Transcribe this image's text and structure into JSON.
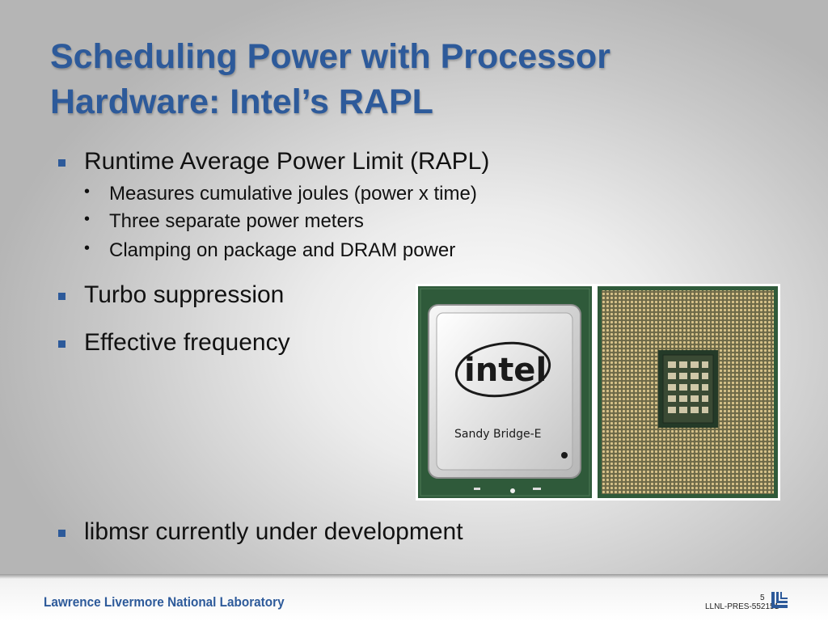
{
  "slide": {
    "title_line1": "Scheduling Power with Processor",
    "title_line2": "Hardware:  Intel’s RAPL",
    "bullets": [
      {
        "text": "Runtime Average Power Limit (RAPL)",
        "sub": [
          "Measures cumulative joules (power x time)",
          "Three separate power meters",
          "Clamping on package and DRAM power"
        ]
      },
      {
        "text": "Turbo suppression"
      },
      {
        "text": "Effective frequency"
      },
      {
        "text": "libmsr currently under development"
      }
    ],
    "photo": {
      "brand": "intel",
      "model": "Sandy Bridge-E"
    }
  },
  "footer": {
    "lab": "Lawrence Livermore National Laboratory",
    "page_number": "5",
    "doc_id": "LLNL-PRES-552151"
  },
  "colors": {
    "title_blue": "#2d5a9a",
    "pcb_green": "#2f5a3a",
    "pin_gold": "#b89a5e"
  }
}
